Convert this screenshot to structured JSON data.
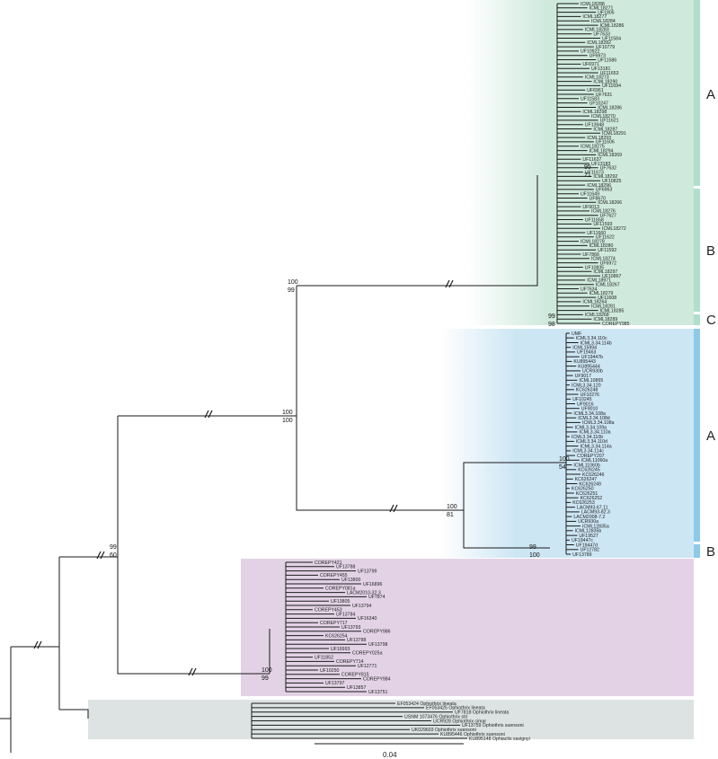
{
  "figure": {
    "colors": {
      "clade_green": "#cfe9dd",
      "clade_blue": "#cde6f4",
      "clade_purple": "#e3d2e6",
      "outgroup_gray": "#dde3e3",
      "bar_green": "#aee0cc",
      "bar_blue": "#8ecae8",
      "branch": "#1a1a1a"
    },
    "clade_labels": [
      "A",
      "B",
      "C",
      "A",
      "B"
    ],
    "support": {
      "root_node": [
        "99",
        "60"
      ],
      "node_main": [
        "100",
        "100"
      ],
      "green_clade": [
        "100",
        "99"
      ],
      "blue_clade": [
        "100",
        "81"
      ],
      "purple_clade": [
        "100",
        "99"
      ],
      "green_a": [
        "95",
        "71"
      ],
      "green_c": [
        "99",
        "98"
      ],
      "blue_a": [
        "100",
        "54"
      ],
      "blue_b": [
        "99",
        "100"
      ]
    },
    "scale_bar_label": "0.04",
    "green_tips": [
      "ICML18288",
      "ICML18271",
      "UF1805",
      "ICML18277",
      "ICML18284",
      "ICML18286",
      "ICML18283",
      "UF7633",
      "UF11584",
      "ICML18282",
      "UF10779",
      "UF10922",
      "UF6973",
      "UF11586",
      "UF6971",
      "UF13181",
      "UF11653",
      "ICML18273",
      "ICML18290",
      "UF11694",
      "UF6961",
      "UF7631",
      "UF11583",
      "UF10247",
      "ICML18286",
      "ICML18298",
      "ICML18270",
      "UF11621",
      "UF13948",
      "ICML18287",
      "ICML18291",
      "ICML18293",
      "UF11606",
      "ICML18275",
      "ICML18294",
      "ICML18269",
      "UF11637",
      "UF13183",
      "UF7632",
      "UF11673",
      "ICML18292",
      "UF10825",
      "ICML18296",
      "UF6963",
      "UF11649",
      "UF8670",
      "ICML18266",
      "UF9013",
      "ICML18276",
      "UF7627",
      "UF11658",
      "UF11593",
      "ICML18272",
      "UF11660",
      "UF11622",
      "ICML18278",
      "ICML18280",
      "UF11592",
      "UF7866",
      "ICML18274",
      "UF6972",
      "UF10835",
      "ICML18297",
      "UF10867",
      "ICML18971",
      "ICML18267",
      "UF7634",
      "ICML18279",
      "UF11608",
      "ICML18264",
      "ICML18281",
      "ICML18285",
      "ICML18268",
      "ICML18289",
      "COREPY985"
    ],
    "blue_tips": [
      "UMF",
      "ICML3.34.110c",
      "ICML3.34.114b",
      "ICML15994",
      "UF19463",
      "UF19447b",
      "KU895443",
      "KU895444",
      "UCR930b",
      "UF9017",
      "ICML10865",
      "ICML3.34.120",
      "KC626248",
      "UF10276",
      "UF10245",
      "UF9016",
      "UF9010",
      "ICML3.34.108a",
      "ICML3.34.108d",
      "ICML3.34.108a",
      "ICML3.34.109a",
      "ICML3.34.110a",
      "ICML3.34.110b",
      "ICML3.34.110d",
      "ICML3.34.114a",
      "ICML3.34.114c",
      "COREPY207",
      "ICML11060a",
      "ICML11060b",
      "KC626245",
      "KC626246",
      "KC626247",
      "KC626249",
      "KC626250",
      "KC626251",
      "KC626252",
      "KC626253",
      "LACM93-67.11",
      "LACM93-82.3",
      "LACM2008-7.2",
      "UCR930a",
      "ICML12835a",
      "ICML12835b",
      "UF19527",
      "UF19447c",
      "UF19447d",
      "UF12782",
      "UF13789"
    ],
    "purple_tips": [
      "COREPY421",
      "UF13788",
      "UF13799",
      "COREPY455",
      "UF13800",
      "UF16896",
      "COREPY081a",
      "LACM2010-32.3",
      "UF7874",
      "UF13805",
      "UF13794",
      "COREPY453",
      "UF13784",
      "UF16340",
      "COREPY717",
      "UF13793",
      "COREPY986",
      "KC626254",
      "UF13788",
      "UF13798",
      "UF16993",
      "COREPY025a",
      "UF11852",
      "COREPY714",
      "UF12771",
      "UF10250",
      "COREPY815",
      "COREPY984",
      "UF13797",
      "UF13857",
      "UF13751"
    ],
    "outgroup_tips": [
      "EF053424 Ophiothrix lineata",
      "EF053425 Ophiothrix lineata",
      "UF7818 Ophiothrix lineata",
      "USNM 1073476 Ophiothrix stri",
      "UCR928 Ophiothrix cimar",
      "UF13759 Ophiothrix suensoni",
      "UK029603 Ophiothrix suensoni",
      "KU895446 Ophiothrix suensoni",
      "KU895148 Ophiactis savignyi"
    ]
  }
}
